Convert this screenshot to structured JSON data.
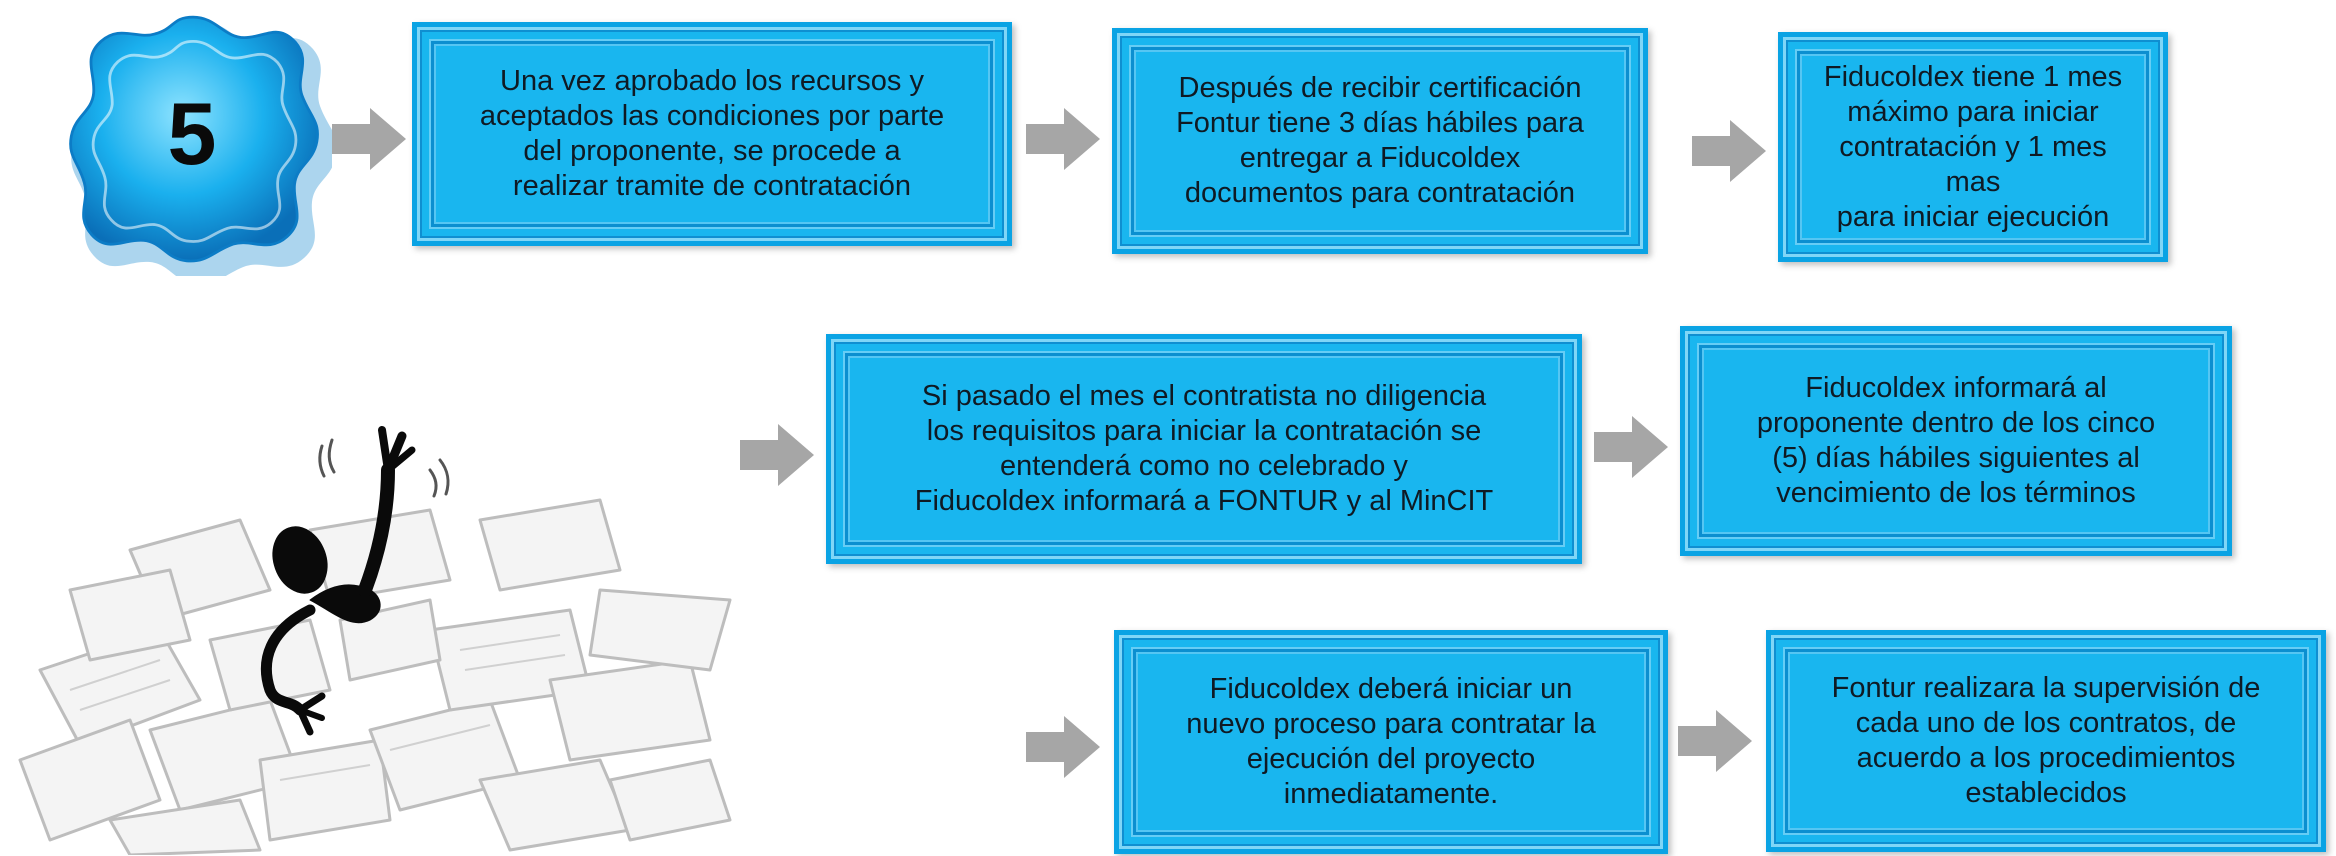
{
  "step_number": "5",
  "boxes": {
    "b1": "Una vez aprobado los recursos y\naceptados las condiciones por parte\ndel proponente, se procede a\nrealizar tramite de contratación",
    "b2": "Después de recibir certificación\nFontur tiene 3 días hábiles para\nentregar a Fiducoldex\ndocumentos para contratación",
    "b3": "Fiducoldex tiene 1 mes\nmáximo para iniciar\ncontratación y 1 mes mas\npara iniciar ejecución",
    "b4": "Si pasado el mes el contratista no diligencia\nlos requisitos para iniciar la contratación se\nentenderá como no celebrado y\nFiducoldex informará a FONTUR y al MinCIT",
    "b5": "Fiducoldex informará al\nproponente dentro de los cinco\n(5) días hábiles siguientes al\nvencimiento de los términos",
    "b6": "Fiducoldex deberá iniciar un\nnuevo proceso para contratar la\nejecución del proyecto\ninmediatamente.",
    "b7": "Fontur realizara la supervisión de\ncada uno de los contratos, de\nacuerdo a los procedimientos\nestablecidos"
  },
  "colors": {
    "box_fill": "#19b6ef",
    "arrow": "#a6a6a6",
    "badge": "#1aa6e6"
  }
}
